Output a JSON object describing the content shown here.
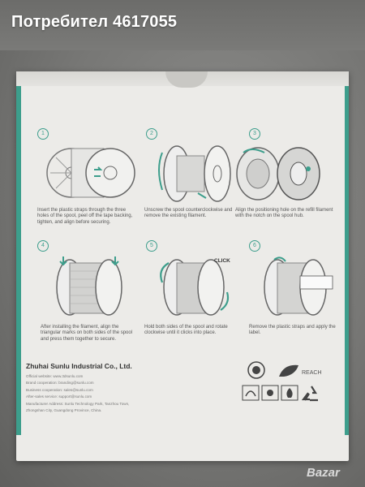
{
  "header": {
    "title": "Потребител 4617055"
  },
  "steps": [
    {
      "number": "1",
      "caption": "Insert the plastic straps through the three holes of the spool, peel off the tape backing, tighten, and align before securing."
    },
    {
      "number": "2",
      "caption": "Unscrew the spool counterclockwise and remove the existing filament."
    },
    {
      "number": "3",
      "caption": "Align the positioning hole on the refill filament with the notch on the spool hub."
    },
    {
      "number": "4",
      "caption": "After installing the filament, align the triangular marks on both sides of the spool and press them together to secure."
    },
    {
      "number": "5",
      "caption": "Hold both sides of the spool and rotate clockwise until it clicks into place."
    },
    {
      "number": "6",
      "caption": "Remove the plastic straps and apply the label."
    }
  ],
  "click_label": "CLICK",
  "footer": {
    "company": "Zhuhai Sunlu Industrial Co., Ltd.",
    "contacts": [
      "Official website: www.3dsunlu.com",
      "Brand cooperation: branding@sunlu.com",
      "Business cooperation: sales@sunlu.com",
      "After-sales service: support@sunlu.com",
      "Manufacturer Address: Sunlu Technology Park, Tanzhou Town,",
      "Zhongshan City, Guangdong Province, China."
    ],
    "reach": "REACH"
  },
  "watermark": "Bazar"
}
